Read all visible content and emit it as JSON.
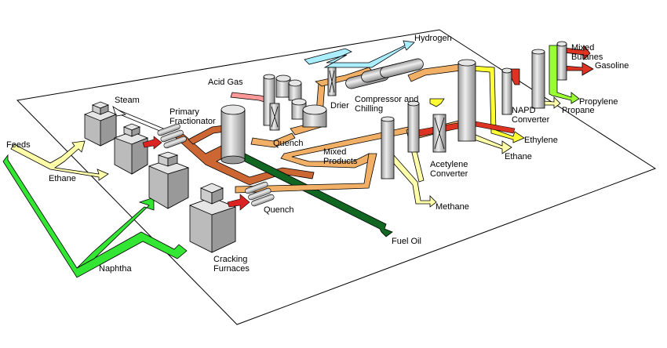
{
  "labels": {
    "hydrogen": "Hydrogen",
    "mixed_butanes_1": "Mixed",
    "mixed_butanes_2": "Butanes",
    "gasoline": "Gasoline",
    "acid_gas": "Acid Gas",
    "steam": "Steam",
    "primary_fractionator_1": "Primary",
    "primary_fractionator_2": "Fractionator",
    "drier": "Drier",
    "compressor_chilling_1": "Compressor and",
    "compressor_chilling_2": "Chilling",
    "propylene": "Propylene",
    "napd_converter_1": "NAPD",
    "napd_converter_2": "Converter",
    "propane": "Propane",
    "feeds": "Feeds",
    "quench_top": "Quench",
    "ethylene": "Ethylene",
    "mixed_products_1": "Mixed",
    "mixed_products_2": "Products",
    "ethane_right": "Ethane",
    "acetylene_converter_1": "Acetylene",
    "acetylene_converter_2": "Converter",
    "ethane_left": "Ethane",
    "quench_bottom": "Quench",
    "methane": "Methane",
    "fuel_oil": "Fuel Oil",
    "naphtha": "Naphtha",
    "cracking_furnaces_1": "Cracking",
    "cracking_furnaces_2": "Furnaces"
  },
  "colors": {
    "naphtha": "#33e633",
    "ethane": "#ffffaa",
    "cracked_gas": "#cc6633",
    "process_gas": "#f2b066",
    "hydrogen": "#aaeeff",
    "fuel_oil": "#116622",
    "ethylene": "#ffff33",
    "propylene": "#99ff33",
    "acid_gas": "#ff9999",
    "red_stream": "#dd3322",
    "equipment": "#cccccc"
  }
}
